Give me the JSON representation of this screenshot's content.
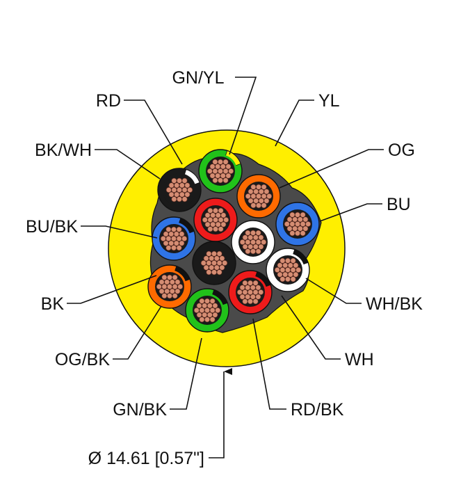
{
  "jacket": {
    "label": "YL",
    "color": "#ffef00"
  },
  "conductors": [
    {
      "label": "GN/YL",
      "color": "#21c21a",
      "stripe": "#ffef00"
    },
    {
      "label": "RD",
      "color": "#ee1b1b"
    },
    {
      "label": "BK/WH",
      "color": "#1a1a1a",
      "stripe": "#ffffff"
    },
    {
      "label": "OG",
      "color": "#ff6a00"
    },
    {
      "label": "BU",
      "color": "#2f74e6"
    },
    {
      "label": "BU/BK",
      "color": "#2f74e6",
      "stripe": "#111111"
    },
    {
      "label": "WH",
      "color": "#ffffff"
    },
    {
      "label": "BK",
      "color": "#1a1a1a"
    },
    {
      "label": "WH/BK",
      "color": "#ffffff",
      "stripe": "#111111"
    },
    {
      "label": "OG/BK",
      "color": "#ff6a00",
      "stripe": "#111111"
    },
    {
      "label": "RD/BK",
      "color": "#ee1b1b",
      "stripe": "#111111"
    },
    {
      "label": "GN/BK",
      "color": "#21c21a",
      "stripe": "#111111"
    }
  ],
  "dimension": "Ø 14.61 [0.57\"]",
  "colors": {
    "filler": "#4a4a4a",
    "copper": "#d58d73"
  }
}
